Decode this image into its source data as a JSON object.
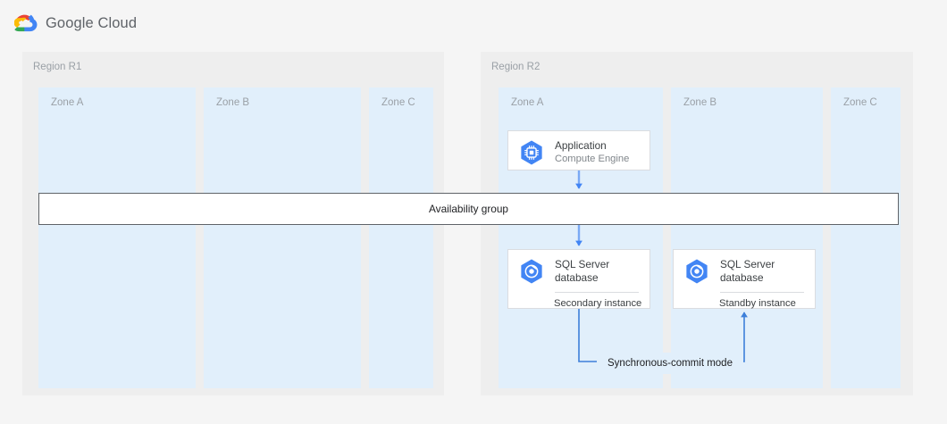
{
  "header": {
    "brand": "Google Cloud",
    "logo_icon": "google-cloud-logo-icon"
  },
  "regions": [
    {
      "id": "r1",
      "label": "Region R1",
      "zones": [
        {
          "id": "r1-zone-a",
          "label": "Zone A"
        },
        {
          "id": "r1-zone-b",
          "label": "Zone B"
        },
        {
          "id": "r1-zone-c",
          "label": "Zone C"
        }
      ]
    },
    {
      "id": "r2",
      "label": "Region R2",
      "zones": [
        {
          "id": "r2-zone-a",
          "label": "Zone A"
        },
        {
          "id": "r2-zone-b",
          "label": "Zone B"
        },
        {
          "id": "r2-zone-c",
          "label": "Zone C"
        }
      ]
    }
  ],
  "cards": {
    "application": {
      "icon": "compute-engine-icon",
      "title": "Application",
      "subtitle": "Compute Engine"
    },
    "sql_secondary": {
      "icon": "cloud-sql-icon",
      "title_line1": "SQL Server",
      "title_line2": "database",
      "footer": "Secondary instance"
    },
    "sql_standby": {
      "icon": "cloud-sql-icon",
      "title_line1": "SQL Server",
      "title_line2": "database",
      "footer": "Standby instance"
    }
  },
  "availability_group": {
    "label": "Availability group"
  },
  "replication": {
    "label": "Synchronous-commit mode"
  },
  "colors": {
    "page_background": "#f5f5f5",
    "region_background": "#eeeeee",
    "zone_background": "#e1effb",
    "card_background": "#ffffff",
    "card_border": "#dadce0",
    "arrow_blue": "#4285f4",
    "connector_blue": "#3d7fd9",
    "availability_border": "#5f6368",
    "label_gray": "#9aa0a6",
    "text_dark": "#3c4043",
    "icon_blue": "#4285f4"
  }
}
